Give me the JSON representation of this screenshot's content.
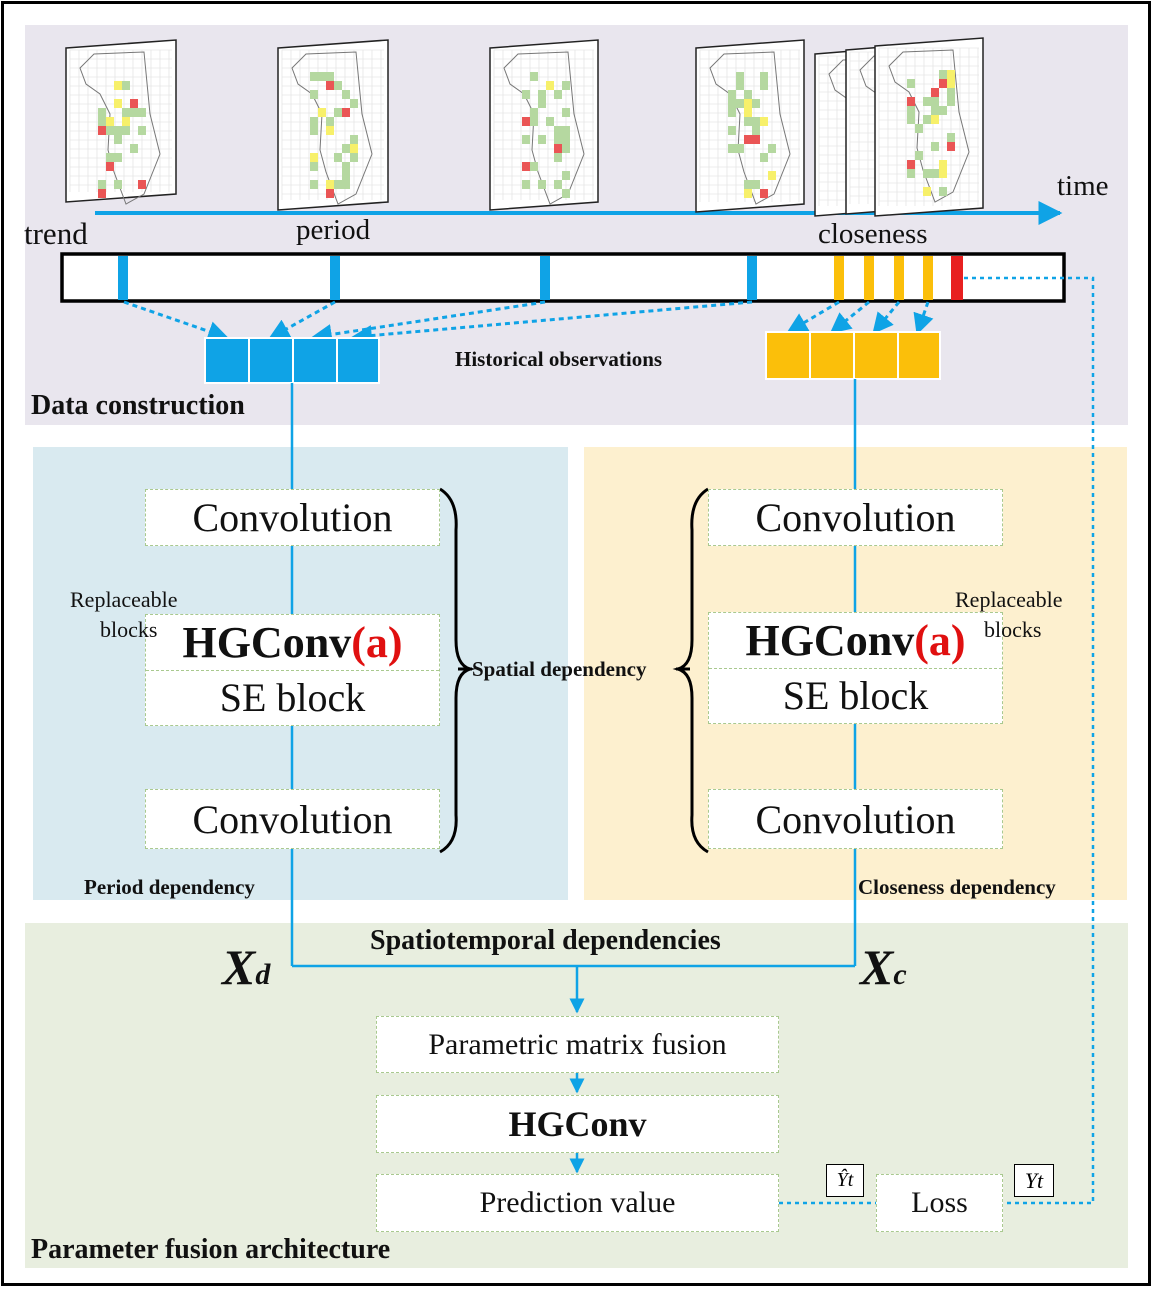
{
  "timeline": {
    "time_label": "time",
    "trend_label": "trend",
    "period_label": "period",
    "closeness_label": "closeness"
  },
  "data_construction": {
    "historical_label": "Historical observations",
    "section_title": "Data construction"
  },
  "period_branch": {
    "conv_top": "Convolution",
    "hgconv": "HGConv",
    "hgconv_suffix": "(a)",
    "se_block": "SE block",
    "conv_bottom": "Convolution",
    "replaceable": "Replaceable",
    "blocks": "blocks",
    "section_title": "Period dependency"
  },
  "closeness_branch": {
    "conv_top": "Convolution",
    "hgconv": "HGConv",
    "hgconv_suffix": "(a)",
    "se_block": "SE block",
    "conv_bottom": "Convolution",
    "replaceable": "Replaceable",
    "blocks": "blocks",
    "section_title": "Closeness dependency"
  },
  "spatial_label": "Spatial dependency",
  "fusion": {
    "spatiotemporal_label": "Spatiotemporal dependencies",
    "xd_main": "X",
    "xd_sub": "d",
    "xc_main": "X",
    "xc_sub": "c",
    "matrix_fusion": "Parametric matrix fusion",
    "hgconv": "HGConv",
    "prediction": "Prediction value",
    "loss": "Loss",
    "yhat": "Ŷt",
    "y": "Yt",
    "section_title": "Parameter fusion architecture"
  },
  "colors": {
    "blue": "#0fa3e6",
    "orange": "#fbbf0a",
    "red": "#e82020",
    "map_green": "#b5d8a0",
    "map_yellow": "#f7f06a",
    "map_red": "#ea5555"
  }
}
